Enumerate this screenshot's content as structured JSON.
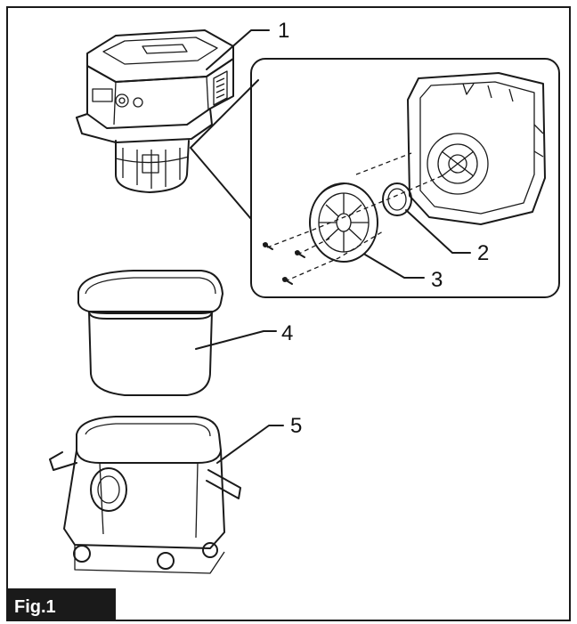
{
  "figure": {
    "label": "Fig.1",
    "callouts": [
      "1",
      "2",
      "3",
      "4",
      "5"
    ]
  },
  "colors": {
    "ink": "#1a1a1a",
    "filter_fill": "#cfcfcf",
    "label_bg": "#1a1a1a",
    "label_text": "#ffffff"
  },
  "parts": {
    "motor_head": "motor-head-icon",
    "fan_cover": "fan-cover-icon",
    "impeller": "impeller-icon",
    "filter_disc": "filter-disc-icon",
    "dust_bag_filter": "dust-bag-filter-icon",
    "tank": "tank-icon"
  }
}
